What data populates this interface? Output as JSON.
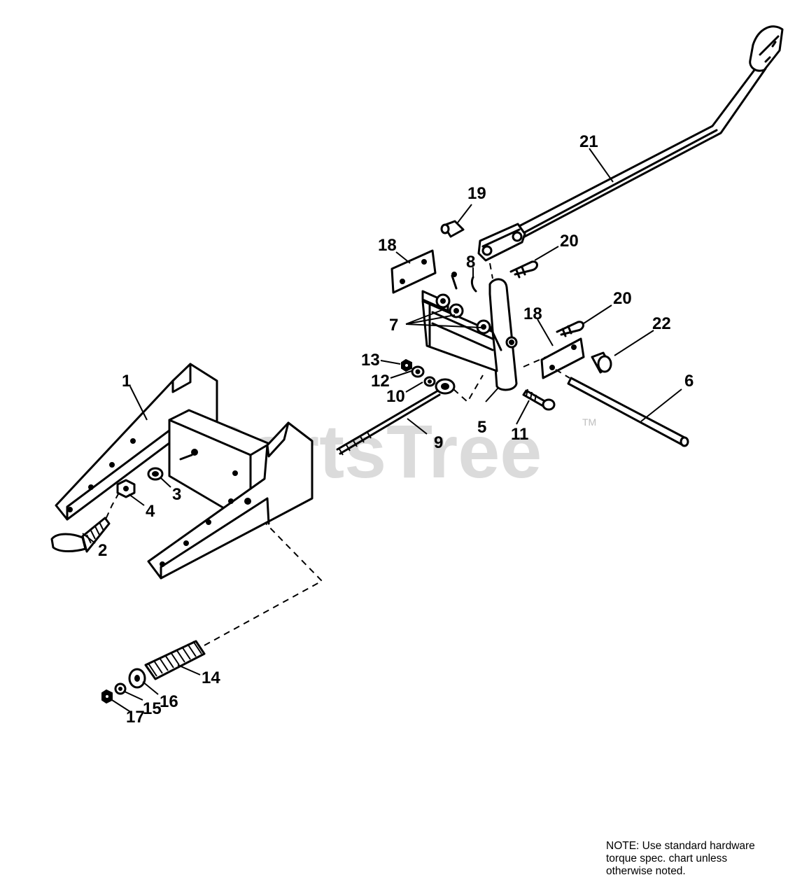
{
  "watermark": {
    "text": "PartsTree",
    "trademark": "TM"
  },
  "callouts": {
    "c1": "1",
    "c2": "2",
    "c3": "3",
    "c4": "4",
    "c5": "5",
    "c6": "6",
    "c7": "7",
    "c8": "8",
    "c9": "9",
    "c10": "10",
    "c11": "11",
    "c12": "12",
    "c13": "13",
    "c14": "14",
    "c15": "15",
    "c16": "16",
    "c17": "17",
    "c18a": "18",
    "c18b": "18",
    "c19": "19",
    "c20a": "20",
    "c20b": "20",
    "c21": "21",
    "c22": "22"
  },
  "note": {
    "line1": "NOTE: Use standard hardware",
    "line2": "torque spec. chart unless",
    "line3": "otherwise noted."
  }
}
